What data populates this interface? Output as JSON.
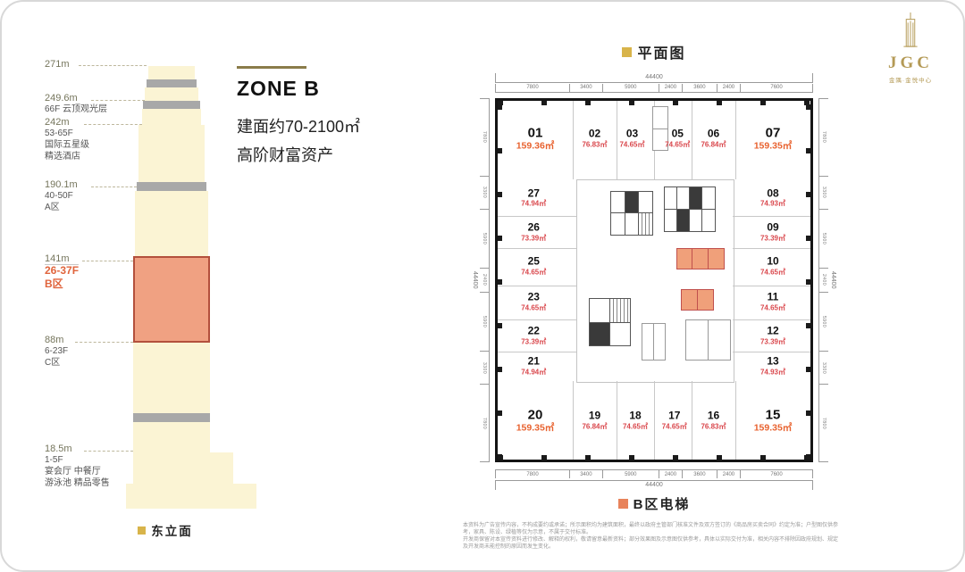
{
  "brand": {
    "logo_text": "JGC",
    "logo_subtext": "金隅·金悦中心"
  },
  "zone_panel": {
    "title": "ZONE B",
    "area_line": "建面约70-2100㎡",
    "slogan_line": "高阶财富资产"
  },
  "elevation": {
    "caption": "东立面",
    "markers": [
      {
        "h": "271m"
      },
      {
        "h": "249.6m",
        "l1": "66F 云顶观光层"
      },
      {
        "h": "242m",
        "l1": "53-65F",
        "l2": "国际五星级",
        "l3": "精选酒店"
      },
      {
        "h": "190.1m",
        "l1": "40-50F",
        "l2": "A区"
      },
      {
        "h": "141m",
        "l1": "26-37F",
        "l2": "B区"
      },
      {
        "h": "88m",
        "l1": "6-23F",
        "l2": "C区"
      },
      {
        "h": "18.5m",
        "l1": "1-5F",
        "l2": "宴会厅 中餐厅",
        "l3": "游泳池 精品零售"
      }
    ]
  },
  "floorplan": {
    "title": "平面图",
    "legend": "B区电梯",
    "dim_total": "44400",
    "dims_top": [
      "7800",
      "3400",
      "5900",
      "2400",
      "3600",
      "2400",
      "7600"
    ],
    "dims_bottom": [
      "7800",
      "3400",
      "5900",
      "2400",
      "3600",
      "2400",
      "7600"
    ],
    "dims_left": [
      "7800",
      "3300",
      "5900",
      "2400",
      "5900",
      "3300",
      "7800"
    ],
    "dims_right": [
      "7800",
      "3300",
      "5900",
      "2400",
      "5900",
      "3300",
      "7800"
    ],
    "units": {
      "top": [
        {
          "no": "01",
          "area": "159.36㎡"
        },
        {
          "no": "02",
          "area": "76.83㎡"
        },
        {
          "no": "03",
          "area": "74.65㎡"
        },
        {
          "no": "05",
          "area": "74.65㎡"
        },
        {
          "no": "06",
          "area": "76.84㎡"
        },
        {
          "no": "07",
          "area": "159.35㎡"
        }
      ],
      "left": [
        {
          "no": "27",
          "area": "74.94㎡"
        },
        {
          "no": "26",
          "area": "73.39㎡"
        },
        {
          "no": "25",
          "area": "74.65㎡"
        },
        {
          "no": "23",
          "area": "74.65㎡"
        },
        {
          "no": "22",
          "area": "73.39㎡"
        },
        {
          "no": "21",
          "area": "74.94㎡"
        }
      ],
      "right": [
        {
          "no": "08",
          "area": "74.93㎡"
        },
        {
          "no": "09",
          "area": "73.39㎡"
        },
        {
          "no": "10",
          "area": "74.65㎡"
        },
        {
          "no": "11",
          "area": "74.65㎡"
        },
        {
          "no": "12",
          "area": "73.39㎡"
        },
        {
          "no": "13",
          "area": "74.93㎡"
        }
      ],
      "bottom": [
        {
          "no": "20",
          "area": "159.35㎡"
        },
        {
          "no": "19",
          "area": "76.84㎡"
        },
        {
          "no": "18",
          "area": "74.65㎡"
        },
        {
          "no": "17",
          "area": "74.65㎡"
        },
        {
          "no": "16",
          "area": "76.83㎡"
        },
        {
          "no": "15",
          "area": "159.35㎡"
        }
      ]
    }
  },
  "colors": {
    "accent_gold": "#D8B44A",
    "accent_orange": "#E8835B",
    "bzone_fill": "#F0A182",
    "bzone_border": "#B3503C",
    "area_red": "#D9464B",
    "corner_area_orange": "#E8622F",
    "tower_yellow": "#FBF4D4",
    "band_gray": "#A8A8A8"
  },
  "disclaimer": {
    "line1": "本资料为广告宣传内容，不构成要约或承诺；所示面积均为建筑面积，最终以政府主管部门核准文件及双方签订的《商品房买卖合同》约定为准；户型图仅供参考，家具、陈设、绿植等仅为示意，不属于交付标准。",
    "line2": "开发商保留对本宣传资料进行修改、解释的权利，敬请留意最新资料；部分效果图及示意图仅供参考，具体以实际交付为准，相关内容不排除因政府规划、规定及开发商未能控制的原因而发生变化。"
  }
}
